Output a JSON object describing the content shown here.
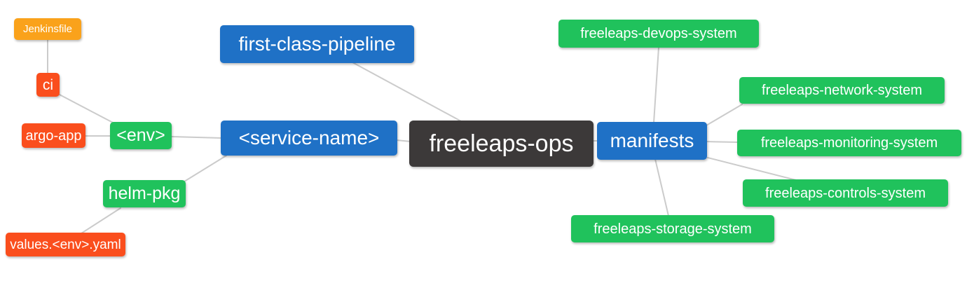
{
  "palette": {
    "page_bg": "#ffffff",
    "root_bg": "#3c3939",
    "blue": "#1f71c6",
    "green": "#20c25c",
    "red": "#fa4e1d",
    "orange": "#faa21b",
    "edge": "#cbcbcb",
    "text": "#ffffff"
  },
  "mindmap": {
    "root": {
      "label": "freeleaps-ops"
    },
    "children": {
      "first_class_pipeline": {
        "label": "first-class-pipeline"
      },
      "service_name": {
        "label": "<service-name>",
        "children": {
          "env": {
            "label": "<env>",
            "children": {
              "ci": {
                "label": "ci",
                "children": {
                  "jenkinsfile": {
                    "label": "Jenkinsfile"
                  }
                }
              },
              "argo_app": {
                "label": "argo-app"
              }
            }
          },
          "helm_pkg": {
            "label": "helm-pkg",
            "children": {
              "values_yaml": {
                "label": "values.<env>.yaml"
              }
            }
          }
        }
      },
      "manifests": {
        "label": "manifests",
        "children": [
          {
            "label": "freeleaps-devops-system"
          },
          {
            "label": "freeleaps-network-system"
          },
          {
            "label": "freeleaps-monitoring-system"
          },
          {
            "label": "freeleaps-controls-system"
          },
          {
            "label": "freeleaps-storage-system"
          }
        ]
      }
    }
  }
}
